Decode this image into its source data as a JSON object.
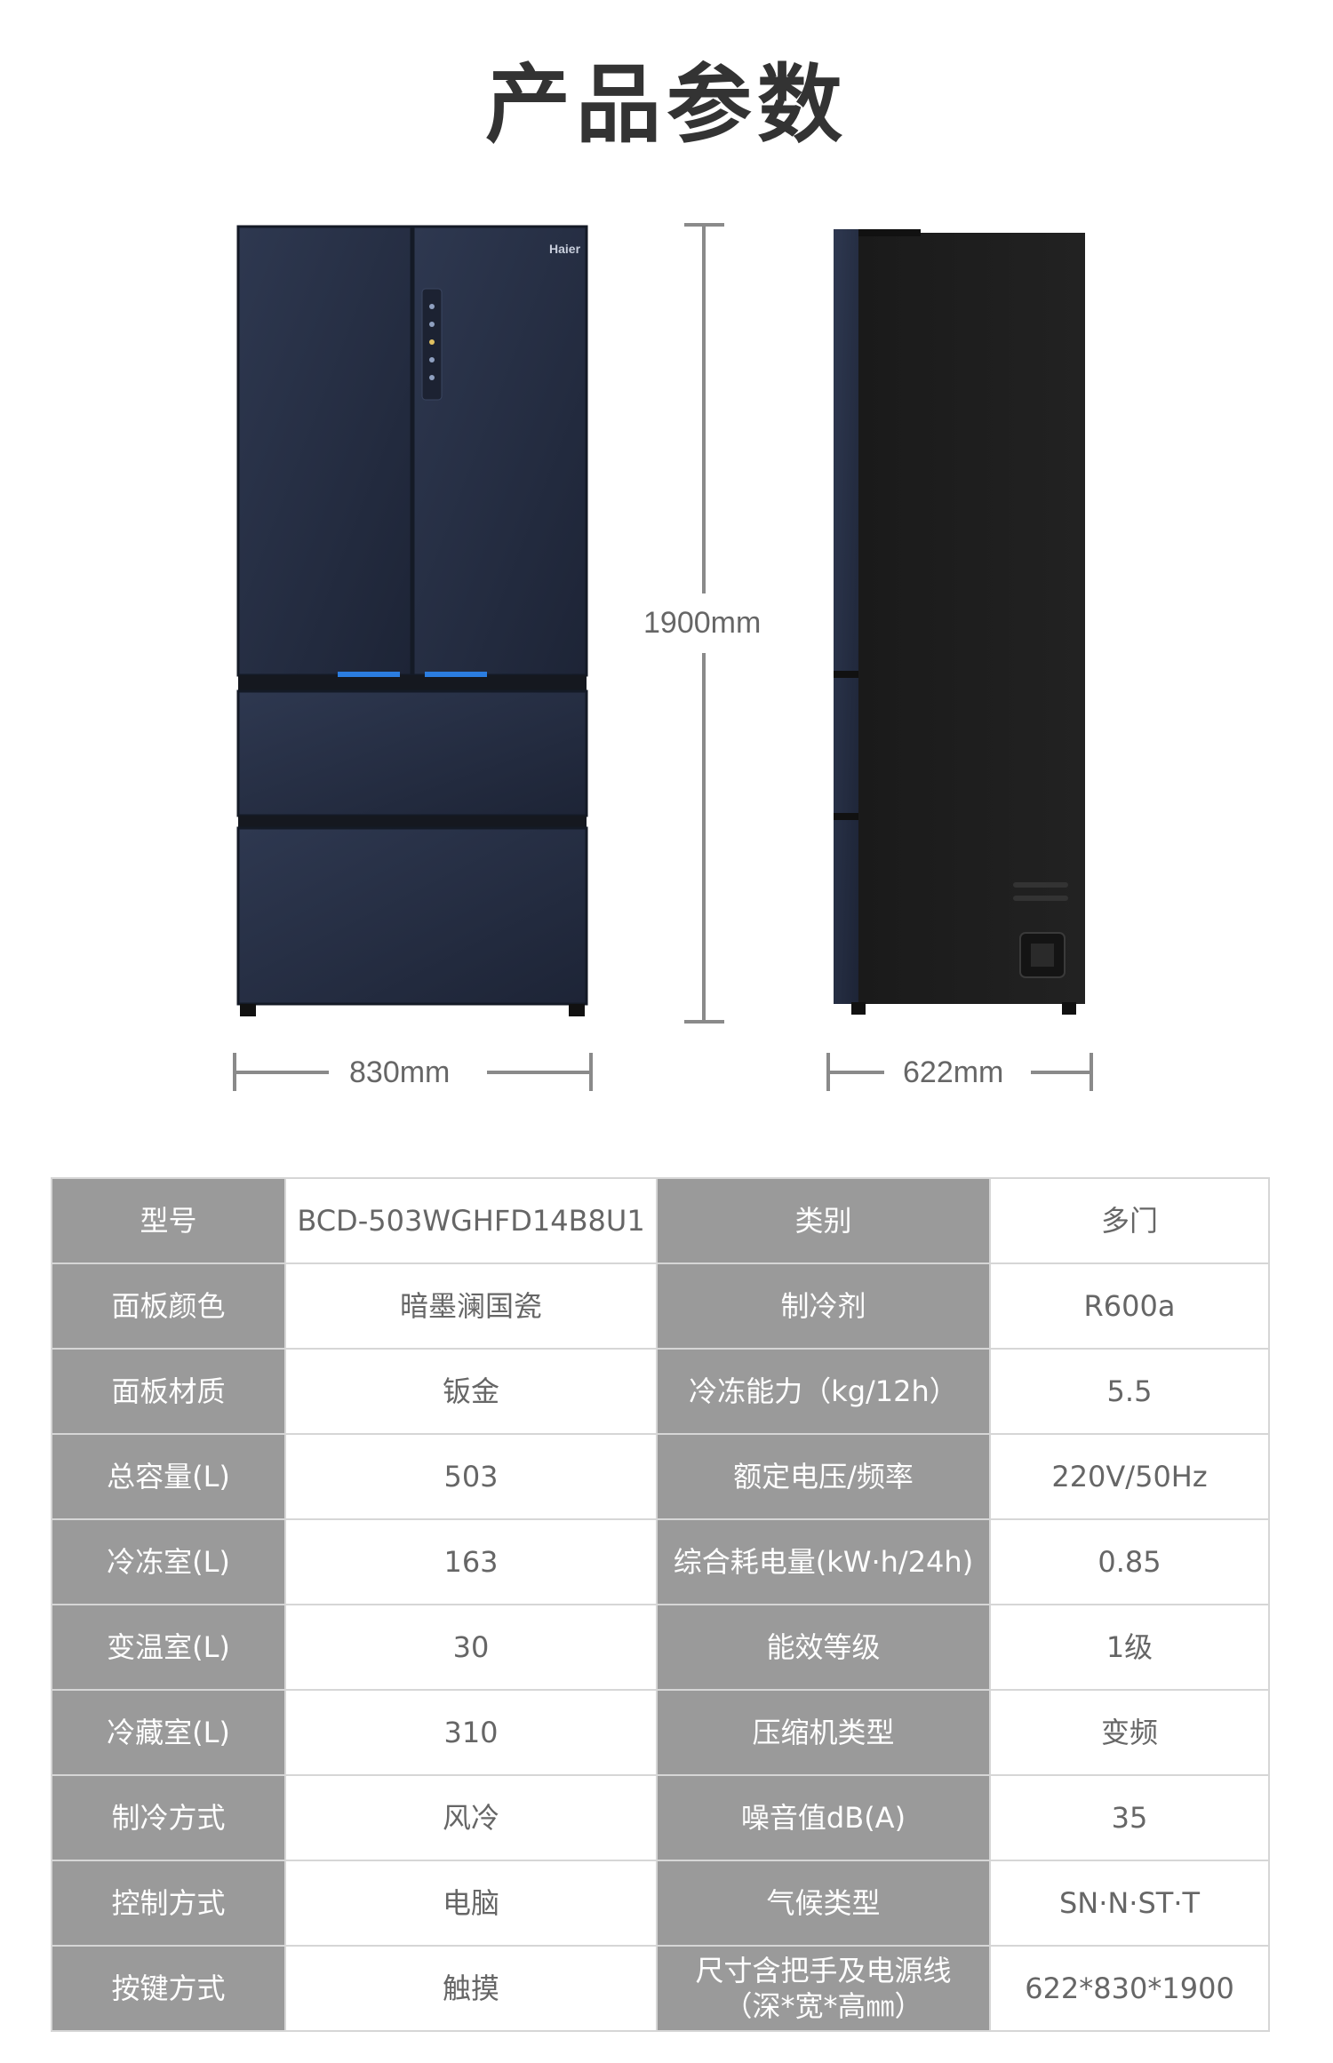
{
  "page_title": "产品参数",
  "brand_logo": "Haier",
  "dimensions": {
    "height": "1900mm",
    "width": "830mm",
    "depth": "622mm"
  },
  "specs": [
    {
      "k1": "型号",
      "v1": "BCD-503WGHFD14B8U1",
      "k2": "类别",
      "v2": "多门"
    },
    {
      "k1": "面板颜色",
      "v1": "暗墨澜国瓷",
      "k2": "制冷剂",
      "v2": "R600a"
    },
    {
      "k1": "面板材质",
      "v1": "钣金",
      "k2": "冷冻能力（kg/12h）",
      "v2": "5.5"
    },
    {
      "k1": "总容量(L)",
      "v1": "503",
      "k2": "额定电压/频率",
      "v2": "220V/50Hz"
    },
    {
      "k1": "冷冻室(L)",
      "v1": "163",
      "k2": "综合耗电量(kW·h/24h)",
      "v2": "0.85"
    },
    {
      "k1": "变温室(L)",
      "v1": "30",
      "k2": "能效等级",
      "v2": "1级"
    },
    {
      "k1": "冷藏室(L)",
      "v1": "310",
      "k2": "压缩机类型",
      "v2": "变频"
    },
    {
      "k1": "制冷方式",
      "v1": "风冷",
      "k2": "噪音值dB(A)",
      "v2": "35"
    },
    {
      "k1": "控制方式",
      "v1": "电脑",
      "k2": "气候类型",
      "v2": "SN·N·ST·T"
    },
    {
      "k1": "按键方式",
      "v1": "触摸",
      "k2": "尺寸含把手及电源线",
      "k2b": "（深*宽*高㎜）",
      "v2": "622*830*1900"
    }
  ]
}
